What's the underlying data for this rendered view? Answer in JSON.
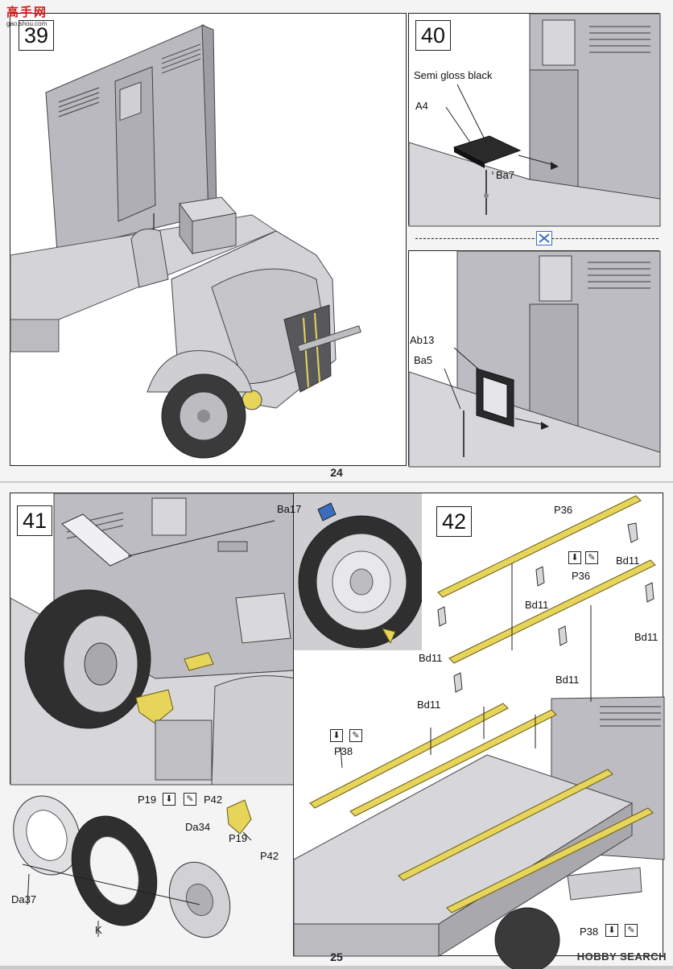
{
  "watermark": {
    "main": "高手网",
    "sub": "gao.shou.com"
  },
  "page_top": {
    "page_number": "24"
  },
  "page_bottom": {
    "page_number": "25"
  },
  "steps": {
    "s39": {
      "number": "39"
    },
    "s40": {
      "number": "40",
      "labels": {
        "paint": "Semi gloss black",
        "a4": "A4",
        "ba7": "Ba7",
        "ab13": "Ab13",
        "ba5": "Ba5"
      }
    },
    "s41": {
      "number": "41",
      "labels": {
        "ba17": "Ba17",
        "p19a": "P19",
        "p42a": "P42",
        "p19b": "P19",
        "p42b": "P42",
        "da34": "Da34",
        "da37": "Da37",
        "k": "K"
      }
    },
    "s42": {
      "number": "42",
      "labels": {
        "p36a": "P36",
        "p36b": "P36",
        "bd11a": "Bd11",
        "bd11b": "Bd11",
        "bd11c": "Bd11",
        "bd11d": "Bd11",
        "bd11e": "Bd11",
        "bd11f": "Bd11",
        "p38a": "P38",
        "p38b": "P38"
      }
    }
  },
  "logo": {
    "text": "HOBBY SEARCH"
  },
  "colors": {
    "yellow": "#e6d55a",
    "gray": "#c4c4c8",
    "dark": "#3a3a3a",
    "black": "#222222",
    "blue": "#3a6dbd"
  }
}
